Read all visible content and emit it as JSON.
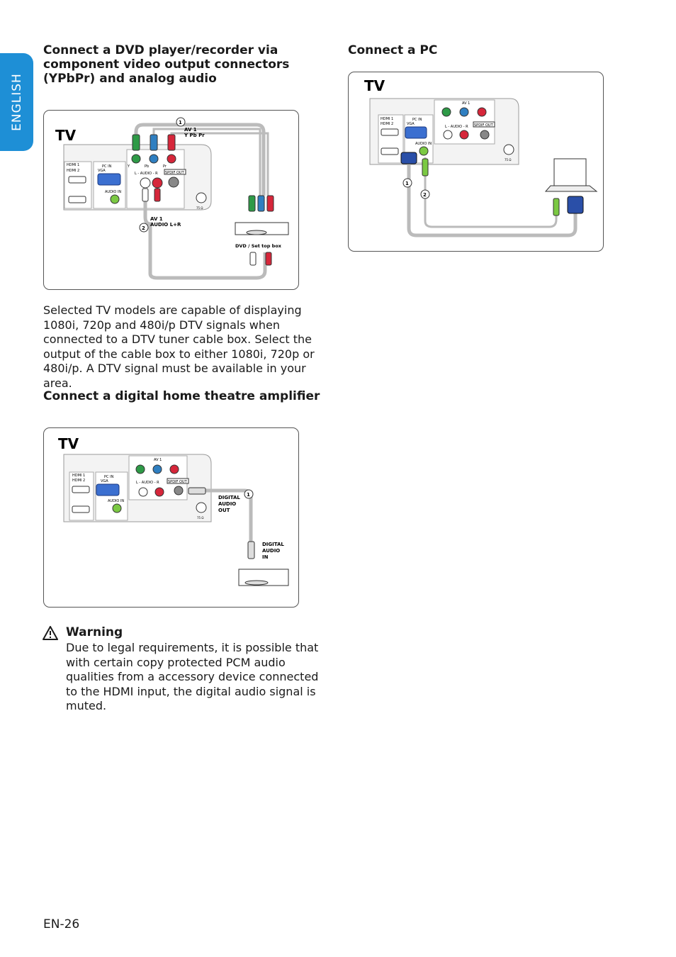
{
  "language_tab": "ENGLISH",
  "sections": {
    "component": {
      "heading": "Connect a DVD player/recorder via component video output connectors (YPbPr) and analog audio",
      "tv_label": "TV",
      "av1_ypbpr": "AV 1\nY Pb Pr",
      "av1_audio": "AV 1\nAUDIO L+R",
      "device_label": "DVD / Set top box",
      "callouts": [
        "1",
        "2"
      ]
    },
    "pc": {
      "heading": "Connect a PC",
      "tv_label": "TV",
      "callouts": [
        "1",
        "2"
      ]
    },
    "amplifier": {
      "heading": "Connect a digital home theatre amplifier",
      "tv_label": "TV",
      "digital_out": "DIGITAL\nAUDIO\nOUT",
      "digital_in": "DIGITAL\nAUDIO\nIN",
      "callouts": [
        "1"
      ]
    }
  },
  "tv_panel": {
    "hdmi1": "HDMI 1",
    "hdmi2": "HDMI 2",
    "pc_in": "PC IN",
    "vga": "VGA",
    "audio_in": "AUDIO IN",
    "av1": "AV 1",
    "y": "Y",
    "pb": "Pb",
    "pr": "Pr",
    "audio_lr": "L - AUDIO - R",
    "spdif": "SPDIF OUT",
    "ant": "75 Ω"
  },
  "dtv_paragraph": "Selected TV models are capable of displaying 1080i, 720p and 480i/p DTV signals when connected to a DTV tuner cable box. Select the output of the cable box to either 1080i, 720p or 480i/p. A DTV signal must be available in your area.",
  "warning": {
    "title": "Warning",
    "body": "Due to legal requirements, it is possible that with certain copy protected PCM audio qualities from a accessory device connected to the HDMI input, the digital audio signal is muted."
  },
  "page_number": "EN-26",
  "colors": {
    "accent_tab": "#1e8fd6",
    "green": "#2e9a47",
    "blue": "#2f7fc1",
    "red": "#d6263a",
    "vga_blue": "#2a4fa8"
  }
}
